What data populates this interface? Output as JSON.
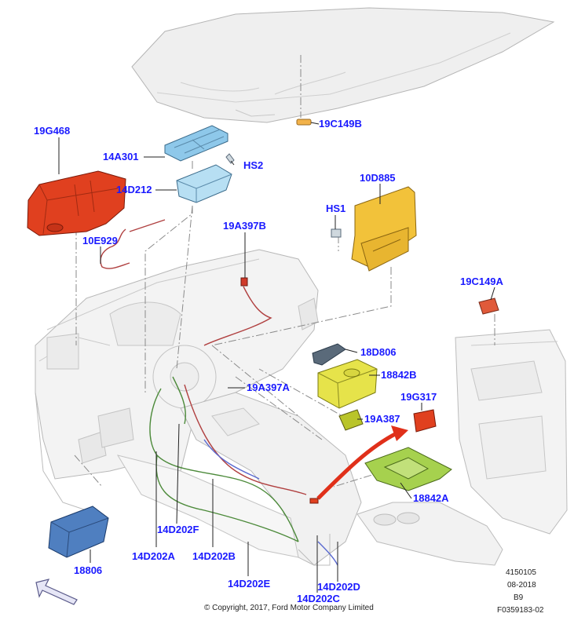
{
  "callouts": {
    "c_19C149B": "19C149B",
    "c_19G468": "19G468",
    "c_14A301": "14A301",
    "c_HS2": "HS2",
    "c_14D212": "14D212",
    "c_10D885": "10D885",
    "c_HS1": "HS1",
    "c_10E929": "10E929",
    "c_19A397B": "19A397B",
    "c_19C149A": "19C149A",
    "c_18D806": "18D806",
    "c_18842B": "18842B",
    "c_19A397A": "19A397A",
    "c_19G317": "19G317",
    "c_19A387": "19A387",
    "c_18842A": "18842A",
    "c_14D202F": "14D202F",
    "c_18806": "18806",
    "c_14D202A": "14D202A",
    "c_14D202B": "14D202B",
    "c_14D202E": "14D202E",
    "c_14D202D": "14D202D",
    "c_14D202C": "14D202C"
  },
  "meta": {
    "ref_number": "4150105",
    "date": "08-2018",
    "version": "B9",
    "figure_id": "F0359183-02"
  },
  "copyright": "© Copyright, 2017, Ford Motor Company Limited",
  "colors": {
    "callout_text": "#1a1aff",
    "module_red": "#e0401f",
    "bracket_blue": "#8ec8ea",
    "display_yellow": "#f2c23a",
    "console_green": "#a6d14e",
    "amp_yellow": "#e6e34a",
    "harness_green": "#4c8a3a",
    "harness_red": "#b04040",
    "line_gray": "#9a9a9a"
  }
}
